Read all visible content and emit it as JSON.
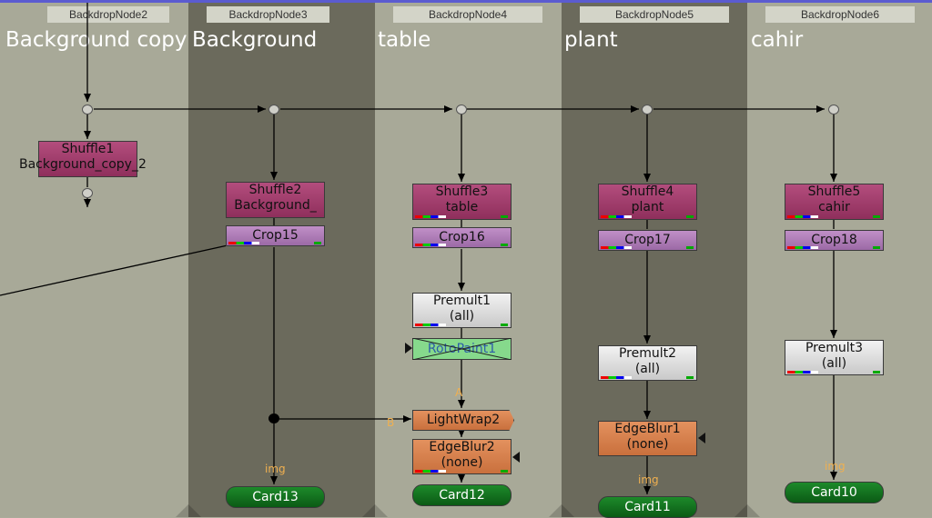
{
  "backdrops": [
    {
      "tab": "BackdropNode2",
      "label": "Background copy"
    },
    {
      "tab": "BackdropNode3",
      "label": "Background"
    },
    {
      "tab": "BackdropNode4",
      "label": "table"
    },
    {
      "tab": "BackdropNode5",
      "label": "plant"
    },
    {
      "tab": "BackdropNode6",
      "label": "cahir"
    }
  ],
  "nodes": {
    "shuffle1": {
      "name": "Shuffle1",
      "sub": "Background_copy_2"
    },
    "shuffle2": {
      "name": "Shuffle2",
      "sub": "Background_"
    },
    "shuffle3": {
      "name": "Shuffle3",
      "sub": "table"
    },
    "shuffle4": {
      "name": "Shuffle4",
      "sub": "plant"
    },
    "shuffle5": {
      "name": "Shuffle5",
      "sub": "cahir"
    },
    "crop15": "Crop15",
    "crop16": "Crop16",
    "crop17": "Crop17",
    "crop18": "Crop18",
    "premult1": {
      "name": "Premult1",
      "sub": "(all)"
    },
    "premult2": {
      "name": "Premult2",
      "sub": "(all)"
    },
    "premult3": {
      "name": "Premult3",
      "sub": "(all)"
    },
    "rotopaint1": "RotoPaint1",
    "lightwrap2": "LightWrap2",
    "edgeblur2": {
      "name": "EdgeBlur2",
      "sub": "(none)"
    },
    "edgeblur1": {
      "name": "EdgeBlur1",
      "sub": "(none)"
    },
    "card13": "Card13",
    "card12": "Card12",
    "card11": "Card11",
    "card10": "Card10"
  },
  "input_labels": {
    "img": "img",
    "a": "A",
    "b": "B"
  },
  "colors": {
    "shuffle": "#a33f6e",
    "crop": "#b07cb8",
    "premult": "#e0e0e0",
    "edgeblur": "#d6804c",
    "card": "#137322",
    "rotopaint": "#86d98c",
    "backdrop_light": "#a8a998",
    "backdrop_dark": "#6b6a5c"
  }
}
